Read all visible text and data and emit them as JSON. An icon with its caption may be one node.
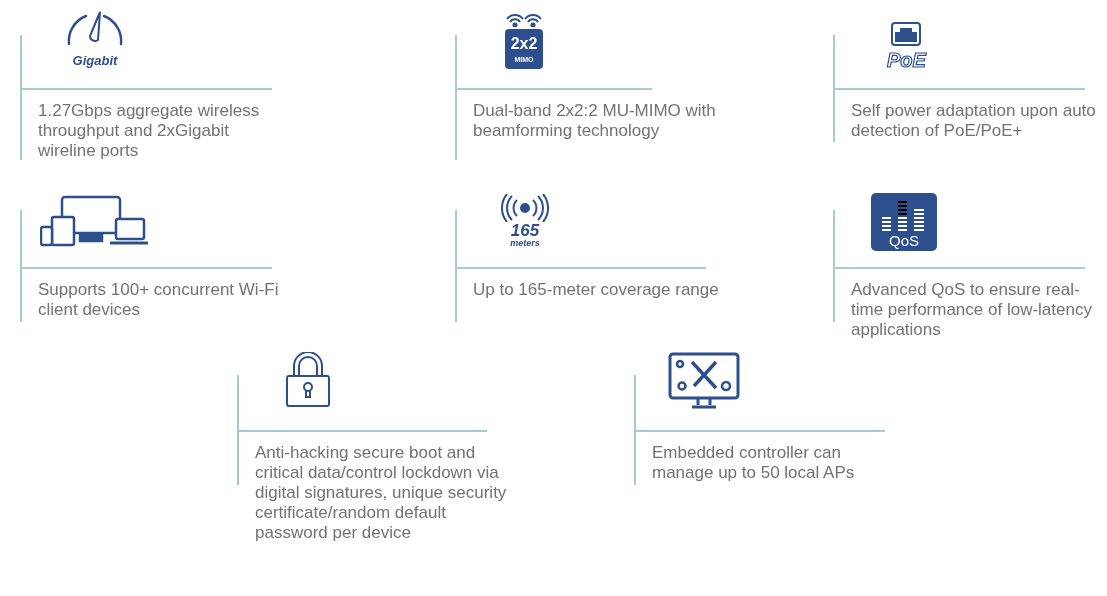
{
  "diagram": {
    "nodes": [
      {
        "text": [
          "Gigabit",
          "1.27Gbps aggregate wireless throughput and 2xGigabit wireline ports"
        ]
      },
      {
        "text": [
          "2x2",
          "MIMO",
          "Dual-band 2x2:2 MU-MIMO with beamforming technology"
        ]
      },
      {
        "text": [
          "PoE",
          "Self power adaptation upon auto detection of PoE/PoE+"
        ]
      },
      {
        "text": [
          "Supports 100+ concurrent Wi-Fi client devices"
        ]
      },
      {
        "text": [
          "165",
          "meters",
          "Up to 165-meter coverage range"
        ]
      },
      {
        "text": [
          "QoS",
          "Advanced QoS to ensure real-time performance of low-latency applications"
        ]
      },
      {
        "text": [
          "Anti-hacking secure boot and critical data/control lockdown via digital signatures, unique security certificate/random default password per device"
        ]
      },
      {
        "text": [
          "Embedded controller can manage up to 50 local APs"
        ]
      }
    ]
  }
}
